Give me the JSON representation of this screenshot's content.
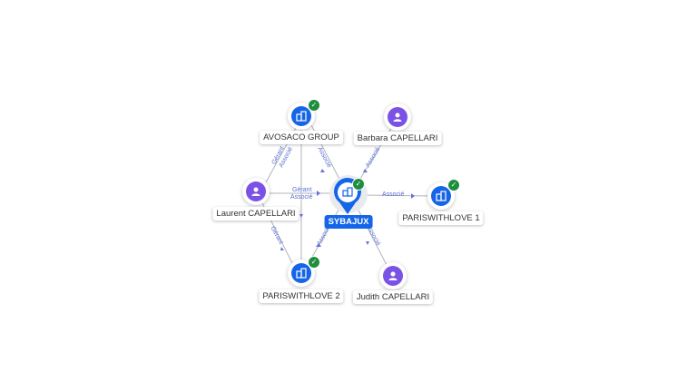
{
  "nodes": {
    "sybajux": {
      "label": "SYBAJUX",
      "type": "company",
      "verified": true
    },
    "avosaco": {
      "label": "AVOSACO GROUP",
      "type": "company",
      "verified": true
    },
    "barbara": {
      "label": "Barbara CAPELLARI",
      "type": "person"
    },
    "laurent": {
      "label": "Laurent CAPELLARI",
      "type": "person"
    },
    "paris1": {
      "label": "PARISWITHLOVE 1",
      "type": "company",
      "verified": true
    },
    "paris2": {
      "label": "PARISWITHLOVE 2",
      "type": "company",
      "verified": true
    },
    "judith": {
      "label": "Judith CAPELLARI",
      "type": "person"
    }
  },
  "edges": {
    "avosaco_laurent": "Gérant",
    "avosaco_sybajux": "Associé",
    "barbara_sybajux": "Associé",
    "laurent_sybajux_1": "Gérant",
    "laurent_sybajux_2": "Associé",
    "laurent_avosaco": "Associé",
    "sybajux_paris1": "Associé",
    "paris2_laurent": "Gérant",
    "paris2_sybajux": "Associé",
    "judith_sybajux": "Associé"
  },
  "colors": {
    "company": "#1565e8",
    "person": "#7b52e6",
    "verified": "#1e8e3e",
    "edge": "#b0b4c0",
    "edge_label": "#5a6fd0"
  }
}
